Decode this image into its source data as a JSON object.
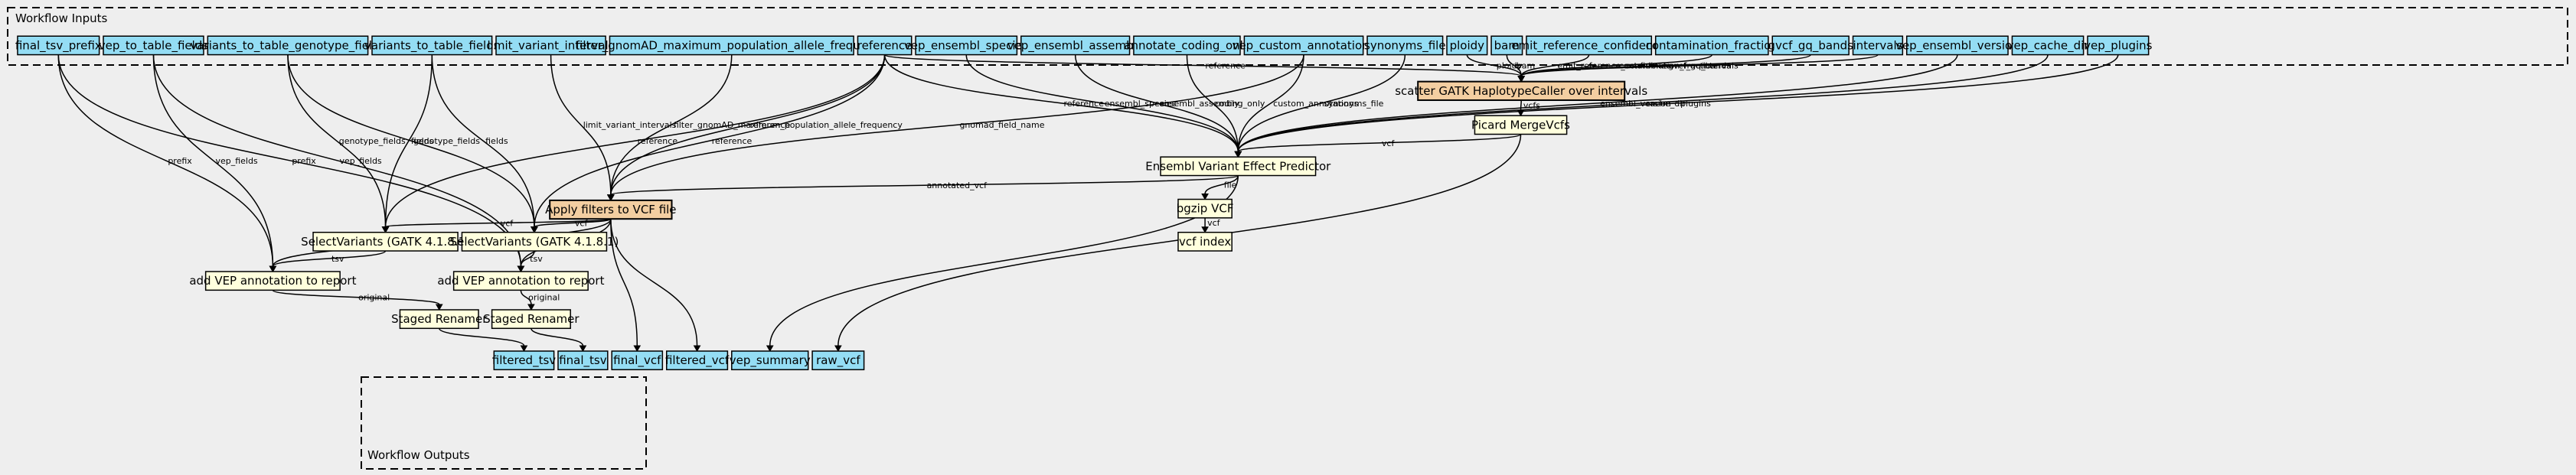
{
  "clusters": {
    "inputs_label": "Workflow Inputs",
    "outputs_label": "Workflow Outputs"
  },
  "nodes": {
    "final_tsv_prefix": "final_tsv_prefix",
    "vep_to_table_fields": "vep_to_table_fields",
    "variants_to_table_genotype_fields": "variants_to_table_genotype_fields",
    "variants_to_table_fields": "variants_to_table_fields",
    "limit_variant_intervals": "limit_variant_intervals",
    "filter_gnomad": "filter_gnomAD_maximum_population_allele_frequency",
    "reference": "reference",
    "vep_ensembl_species": "vep_ensembl_species",
    "vep_ensembl_assembly": "vep_ensembl_assembly",
    "annotate_coding_only": "annotate_coding_only",
    "vep_custom_annotations": "vep_custom_annotations",
    "synonyms_file": "synonyms_file",
    "ploidy": "ploidy",
    "bam": "bam",
    "emit_reference_confidence": "emit_reference_confidence",
    "contamination_fraction": "contamination_fraction",
    "gvcf_gq_bands": "gvcf_gq_bands",
    "intervals": "intervals",
    "vep_ensembl_version": "vep_ensembl_version",
    "vep_cache_dir": "vep_cache_dir",
    "vep_plugins": "vep_plugins",
    "haplotype_caller": "scatter GATK HaplotypeCaller over intervals",
    "merge_vcfs": "Picard MergeVcfs",
    "vep": "Ensembl Variant Effect Predictor",
    "apply_filters": "Apply filters to VCF file",
    "bgzip": "bgzip VCF",
    "vcf_index": "vcf index",
    "select_variants_1": "SelectVariants (GATK 4.1.8.1)",
    "select_variants_2": "SelectVariants (GATK 4.1.8.1)",
    "add_vep_1": "add VEP annotation to report",
    "add_vep_2": "add VEP annotation to report",
    "staged_renamer_1": "Staged Renamer",
    "staged_renamer_2": "Staged Renamer",
    "out_filtered_tsv": "filtered_tsv",
    "out_final_tsv": "final_tsv",
    "out_final_vcf": "final_vcf",
    "out_filtered_vcf": "filtered_vcf",
    "out_vep_summary": "vep_summary",
    "out_raw_vcf": "raw_vcf"
  },
  "edges": [
    {
      "from": "reference",
      "to": "haplotype_caller",
      "label": "reference"
    },
    {
      "from": "ploidy",
      "to": "haplotype_caller",
      "label": "ploidy"
    },
    {
      "from": "bam",
      "to": "haplotype_caller",
      "label": "bam"
    },
    {
      "from": "emit_reference_confidence",
      "to": "haplotype_caller",
      "label": "emit_reference_confidence"
    },
    {
      "from": "contamination_fraction",
      "to": "haplotype_caller",
      "label": "contamination_fraction"
    },
    {
      "from": "gvcf_gq_bands",
      "to": "haplotype_caller",
      "label": "gvcf_gq_bands"
    },
    {
      "from": "intervals",
      "to": "haplotype_caller",
      "label": "intervals"
    },
    {
      "from": "haplotype_caller",
      "to": "merge_vcfs",
      "label": "vcfs"
    },
    {
      "from": "merge_vcfs",
      "to": "vep",
      "label": "vcf"
    },
    {
      "from": "merge_vcfs",
      "to": "out_raw_vcf",
      "label": ""
    },
    {
      "from": "reference",
      "to": "vep",
      "label": "reference"
    },
    {
      "from": "vep_ensembl_species",
      "to": "vep",
      "label": "ensembl_species"
    },
    {
      "from": "vep_ensembl_assembly",
      "to": "vep",
      "label": "ensembl_assembly"
    },
    {
      "from": "annotate_coding_only",
      "to": "vep",
      "label": "coding_only"
    },
    {
      "from": "vep_custom_annotations",
      "to": "vep",
      "label": "custom_annotations"
    },
    {
      "from": "synonyms_file",
      "to": "vep",
      "label": "synonyms_file"
    },
    {
      "from": "vep_ensembl_version",
      "to": "vep",
      "label": "ensembl_version"
    },
    {
      "from": "vep_cache_dir",
      "to": "vep",
      "label": "cache_dir"
    },
    {
      "from": "vep_plugins",
      "to": "vep",
      "label": "plugins"
    },
    {
      "from": "vep",
      "to": "apply_filters",
      "label": "annotated_vcf"
    },
    {
      "from": "vep",
      "to": "bgzip",
      "label": "file"
    },
    {
      "from": "vep",
      "to": "out_vep_summary",
      "label": ""
    },
    {
      "from": "bgzip",
      "to": "vcf_index",
      "label": "vcf"
    },
    {
      "from": "vep_custom_annotations",
      "to": "apply_filters",
      "label": "gnomad_field_name"
    },
    {
      "from": "limit_variant_intervals",
      "to": "apply_filters",
      "label": "limit_variant_intervals"
    },
    {
      "from": "filter_gnomad",
      "to": "apply_filters",
      "label": "filter_gnomAD_maximum_population_allele_frequency"
    },
    {
      "from": "reference",
      "to": "apply_filters",
      "label": "reference"
    },
    {
      "from": "reference",
      "to": "select_variants_1",
      "label": "reference"
    },
    {
      "from": "reference",
      "to": "select_variants_2",
      "label": "reference"
    },
    {
      "from": "variants_to_table_genotype_fields",
      "to": "select_variants_1",
      "label": "genotype_fields"
    },
    {
      "from": "variants_to_table_genotype_fields",
      "to": "select_variants_2",
      "label": "genotype_fields"
    },
    {
      "from": "variants_to_table_fields",
      "to": "select_variants_1",
      "label": "fields"
    },
    {
      "from": "variants_to_table_fields",
      "to": "select_variants_2",
      "label": "fields"
    },
    {
      "from": "apply_filters",
      "to": "select_variants_1",
      "label": "vcf"
    },
    {
      "from": "apply_filters",
      "to": "select_variants_2",
      "label": "vcf"
    },
    {
      "from": "apply_filters",
      "to": "add_vep_1",
      "label": "vcf"
    },
    {
      "from": "apply_filters",
      "to": "add_vep_2",
      "label": "vcf"
    },
    {
      "from": "apply_filters",
      "to": "out_final_vcf",
      "label": ""
    },
    {
      "from": "apply_filters",
      "to": "out_filtered_vcf",
      "label": ""
    },
    {
      "from": "final_tsv_prefix",
      "to": "add_vep_1",
      "label": "prefix"
    },
    {
      "from": "final_tsv_prefix",
      "to": "add_vep_2",
      "label": "prefix"
    },
    {
      "from": "vep_to_table_fields",
      "to": "add_vep_1",
      "label": "vep_fields"
    },
    {
      "from": "vep_to_table_fields",
      "to": "add_vep_2",
      "label": "vep_fields"
    },
    {
      "from": "select_variants_1",
      "to": "add_vep_1",
      "label": "tsv"
    },
    {
      "from": "select_variants_2",
      "to": "add_vep_2",
      "label": "tsv"
    },
    {
      "from": "add_vep_1",
      "to": "staged_renamer_1",
      "label": "original"
    },
    {
      "from": "add_vep_2",
      "to": "staged_renamer_2",
      "label": "original"
    },
    {
      "from": "staged_renamer_1",
      "to": "out_filtered_tsv",
      "label": ""
    },
    {
      "from": "staged_renamer_2",
      "to": "out_final_tsv",
      "label": ""
    }
  ]
}
